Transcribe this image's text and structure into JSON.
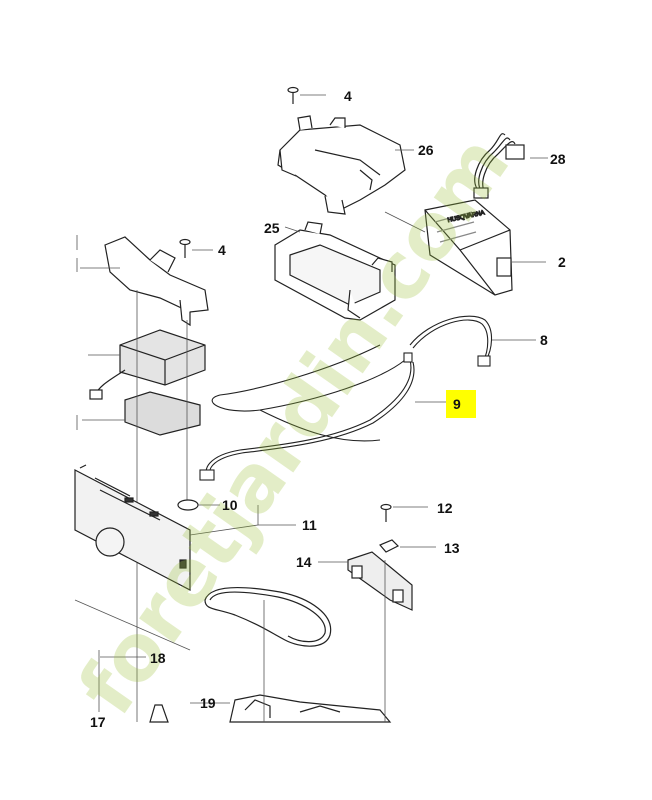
{
  "callouts": {
    "c4a": "4",
    "c26": "26",
    "c28": "28",
    "c25": "25",
    "c2": "2",
    "c4b": "4",
    "c8": "8",
    "c9": "9",
    "c10": "10",
    "c11": "11",
    "c12": "12",
    "c13": "13",
    "c14": "14",
    "c18": "18",
    "c19": "19",
    "c17": "17"
  },
  "highlight": {
    "part": "9",
    "color": "#ffff00"
  },
  "watermark": {
    "text": "foretjardin.com",
    "green": "#9cc23a",
    "orange": "#f5a623"
  },
  "label_brand": "HUSQVARNA"
}
